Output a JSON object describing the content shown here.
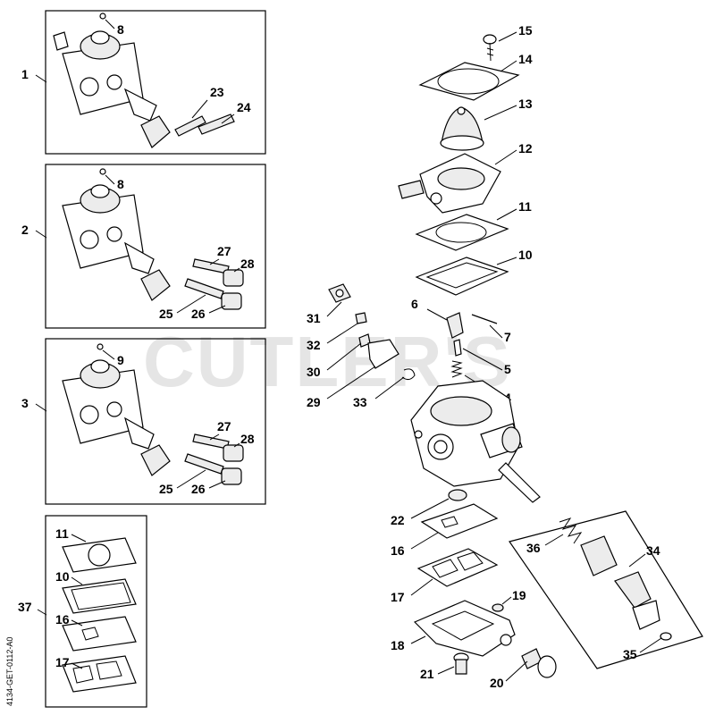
{
  "watermark": "CUTLER'S",
  "side_code": "4134-GET-0112-A0",
  "callouts": {
    "c1": "1",
    "c2": "2",
    "c3": "3",
    "c37": "37",
    "c8a": "8",
    "c23": "23",
    "c24": "24",
    "c8b": "8",
    "c27a": "27",
    "c28a": "28",
    "c25a": "25",
    "c26a": "26",
    "c9": "9",
    "c27b": "27",
    "c28b": "28",
    "c25b": "25",
    "c26b": "26",
    "c11a": "11",
    "c10a": "10",
    "c16a": "16",
    "c17a": "17",
    "c15": "15",
    "c14": "14",
    "c13": "13",
    "c12": "12",
    "c11b": "11",
    "c10b": "10",
    "c6": "6",
    "c7": "7",
    "c5": "5",
    "c4": "4",
    "c31": "31",
    "c32": "32",
    "c30": "30",
    "c29": "29",
    "c33": "33",
    "c22": "22",
    "c16b": "16",
    "c17b": "17",
    "c19": "19",
    "c18": "18",
    "c21": "21",
    "c20": "20",
    "c36": "36",
    "c34": "34",
    "c35": "35"
  }
}
